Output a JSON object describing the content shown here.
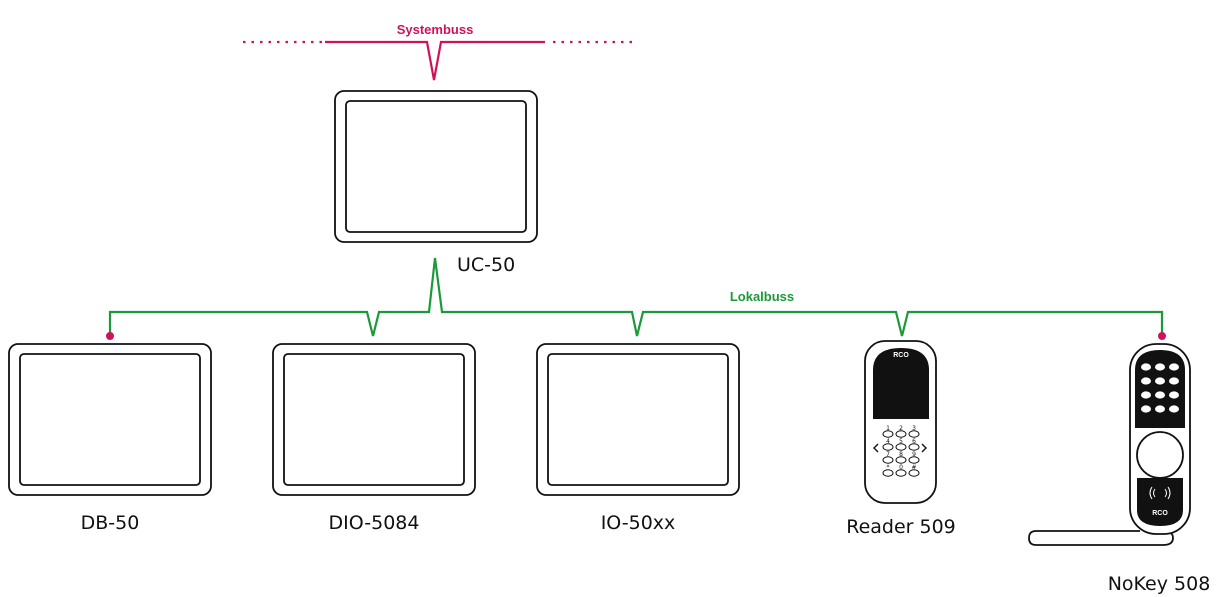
{
  "system_bus": {
    "label": "Systembuss",
    "color": "#d0125a"
  },
  "local_bus": {
    "label": "Lokalbuss",
    "color": "#1a9a3a"
  },
  "devices": {
    "uc50": {
      "label": "UC-50"
    },
    "db50": {
      "label": "DB-50"
    },
    "dio5084": {
      "label": "DIO-5084"
    },
    "io50xx": {
      "label": "IO-50xx"
    },
    "reader509": {
      "label": "Reader 509",
      "brand": "RCO",
      "keys": [
        "1",
        "2",
        "3",
        "4",
        "5",
        "6",
        "7",
        "8",
        "9",
        "*",
        "0",
        "#"
      ]
    },
    "nokey508": {
      "label": "NoKey 508",
      "brand": "RCO"
    }
  }
}
